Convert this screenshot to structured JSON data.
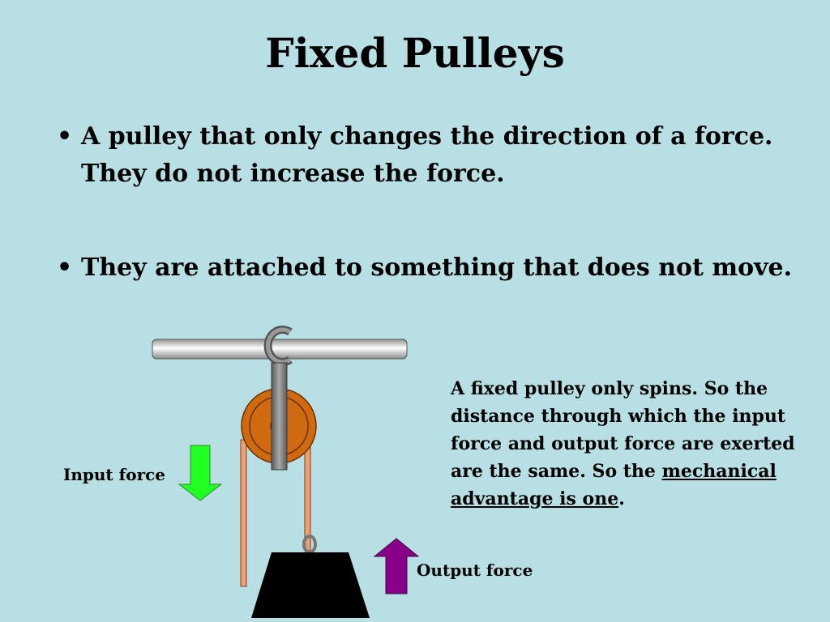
{
  "slide": {
    "background": "#b8dfe3",
    "title": "Fixed Pulleys",
    "bullets": [
      "A pulley that only changes the direction of a force. They do not increase the force.",
      "They are attached to something that does not move."
    ],
    "bullet_glyph": "•"
  },
  "diagram": {
    "input_label": "Input force",
    "output_label": "Output force",
    "input_arrow_color": "#22ff22",
    "output_arrow_color": "#880088",
    "pulley_color": "#d06a10",
    "rope_color": "#f0a070",
    "weight_color": "#000000",
    "hook_color": "#808080"
  },
  "caption": {
    "text_before": "A fixed pulley only spins. So the distance through which the input force and output force are exerted are the same. So the ",
    "underlined": "mechanical advantage is one",
    "text_after": "."
  }
}
